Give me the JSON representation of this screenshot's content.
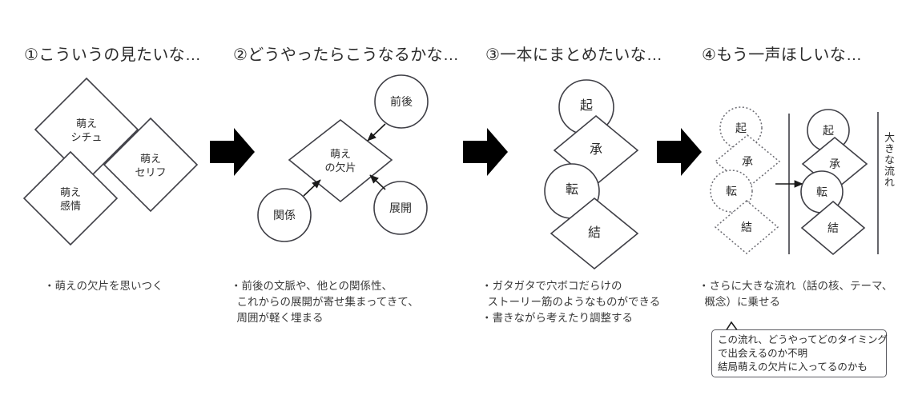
{
  "panels": [
    {
      "title": "①こういうの見たいな…",
      "caption": "・萌えの欠片を思いつく",
      "shapes": [
        {
          "kind": "diamond",
          "label": "萌え\nシチュ"
        },
        {
          "kind": "diamond",
          "label": "萌え\nセリフ"
        },
        {
          "kind": "diamond",
          "label": "萌え\n感情"
        }
      ]
    },
    {
      "title": "②どうやったらこうなるかな…",
      "caption": "・前後の文脈や、他との関係性、\n  これからの展開が寄せ集まってきて、\n  周囲が軽く埋まる",
      "shapes": [
        {
          "kind": "circle",
          "label": "前後"
        },
        {
          "kind": "circle",
          "label": "関係"
        },
        {
          "kind": "circle",
          "label": "展開"
        },
        {
          "kind": "diamond",
          "label": "萌え\nの欠片"
        }
      ]
    },
    {
      "title": "③一本にまとめたいな…",
      "caption": "・ガタガタで穴ボコだらけの\n  ストーリー筋のようなものができる\n・書きながら考えたり調整する",
      "shapes": [
        {
          "kind": "circle",
          "label": "起"
        },
        {
          "kind": "diamond",
          "label": "承"
        },
        {
          "kind": "circle",
          "label": "転"
        },
        {
          "kind": "diamond",
          "label": "結"
        }
      ]
    },
    {
      "title": "④もう一声ほしいな…",
      "caption": "・さらに大きな流れ（話の核、テーマ、\n  概念）に乗せる",
      "ghost_shapes": [
        {
          "kind": "circle",
          "label": "起"
        },
        {
          "kind": "diamond",
          "label": "承"
        },
        {
          "kind": "circle",
          "label": "転"
        },
        {
          "kind": "diamond",
          "label": "結"
        }
      ],
      "shapes": [
        {
          "kind": "circle",
          "label": "起"
        },
        {
          "kind": "diamond",
          "label": "承"
        },
        {
          "kind": "circle",
          "label": "転"
        },
        {
          "kind": "diamond",
          "label": "結"
        }
      ],
      "vertical_label": "大きな流れ",
      "note": "この流れ、どうやってどのタイミング\nで出会えるのか不明\n結局萌えの欠片に入ってるのかも"
    }
  ],
  "connector_arrows": [
    "block-arrow-1-to-2",
    "block-arrow-2-to-3",
    "block-arrow-3-to-4"
  ],
  "colors": {
    "stroke": "#3f3f46",
    "ghost_stroke": "#6b6b72",
    "text": "#2b2b2b",
    "arrow_fill": "#000000",
    "background": "#ffffff"
  }
}
